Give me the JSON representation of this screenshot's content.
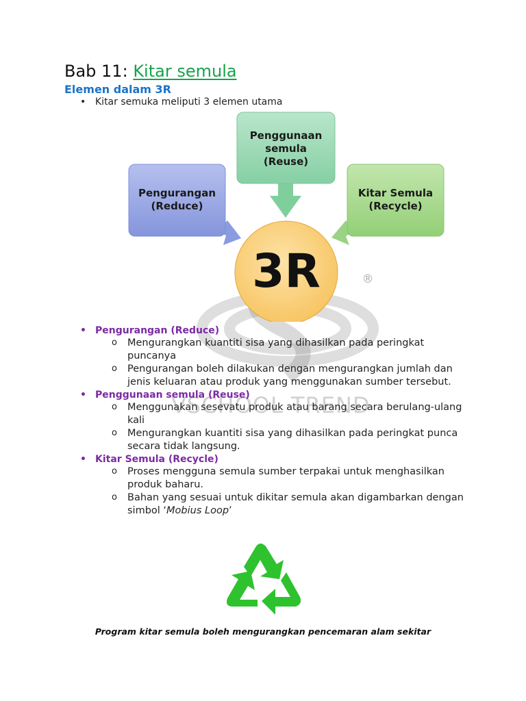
{
  "header": {
    "title_prefix": "Bab 11:",
    "title_link": "Kitar semula",
    "subtitle": "Elemen dalam 3R",
    "intro_bullet": "Kitar semuka meliputi 3 elemen utama"
  },
  "diagram": {
    "center_label": "3R",
    "boxes": [
      {
        "line1": "Penggunaan",
        "line2": "semula",
        "line3": "(Reuse)",
        "color": "#9fd9b6"
      },
      {
        "line1": "Pengurangan",
        "line2": "(Reduce)",
        "color": "#9aa8e4"
      },
      {
        "line1": "Kitar Semula",
        "line2": "(Recycle)",
        "color": "#a9d98f"
      }
    ],
    "center_color": "#fcd27a"
  },
  "watermark": {
    "brand": "VSCHOOL TREND",
    "registered_mark": "®"
  },
  "sections": [
    {
      "heading": "Pengurangan (Reduce)",
      "items": [
        "Mengurangkan kuantiti sisa yang dihasilkan pada peringkat puncanya",
        "Pengurangan boleh dilakukan dengan mengurangkan jumlah dan jenis keluaran atau produk yang menggunakan sumber tersebut."
      ]
    },
    {
      "heading": "Penggunaan semula (Reuse)",
      "items": [
        "Menggunakan sesevatu produk atau barang secara berulang-ulang kali",
        "Mengurangkan kuantiti sisa yang dihasilkan pada peringkat punca secara tidak langsung."
      ]
    },
    {
      "heading": "Kitar Semula (Recycle)",
      "items": [
        "Proses mengguna semula sumber terpakai untuk menghasilkan produk baharu.",
        "Bahan yang sesuai untuk dikitar semula akan digambarkan dengan simbol ‘"
      ],
      "last_item_emphasis": "Mobius Loop",
      "last_item_tail": "’"
    }
  ],
  "bullets": {
    "section": "•",
    "sub": "o"
  },
  "footer": "Program kitar semula boleh mengurangkan pencemaran alam sekitar",
  "colors": {
    "title_link": "#15a34a",
    "subtitle": "#1b73c9",
    "section_heading": "#7b2aa3",
    "recycle_green": "#2ec22e"
  },
  "icons": {
    "recycle_symbol": "recycle-icon"
  }
}
